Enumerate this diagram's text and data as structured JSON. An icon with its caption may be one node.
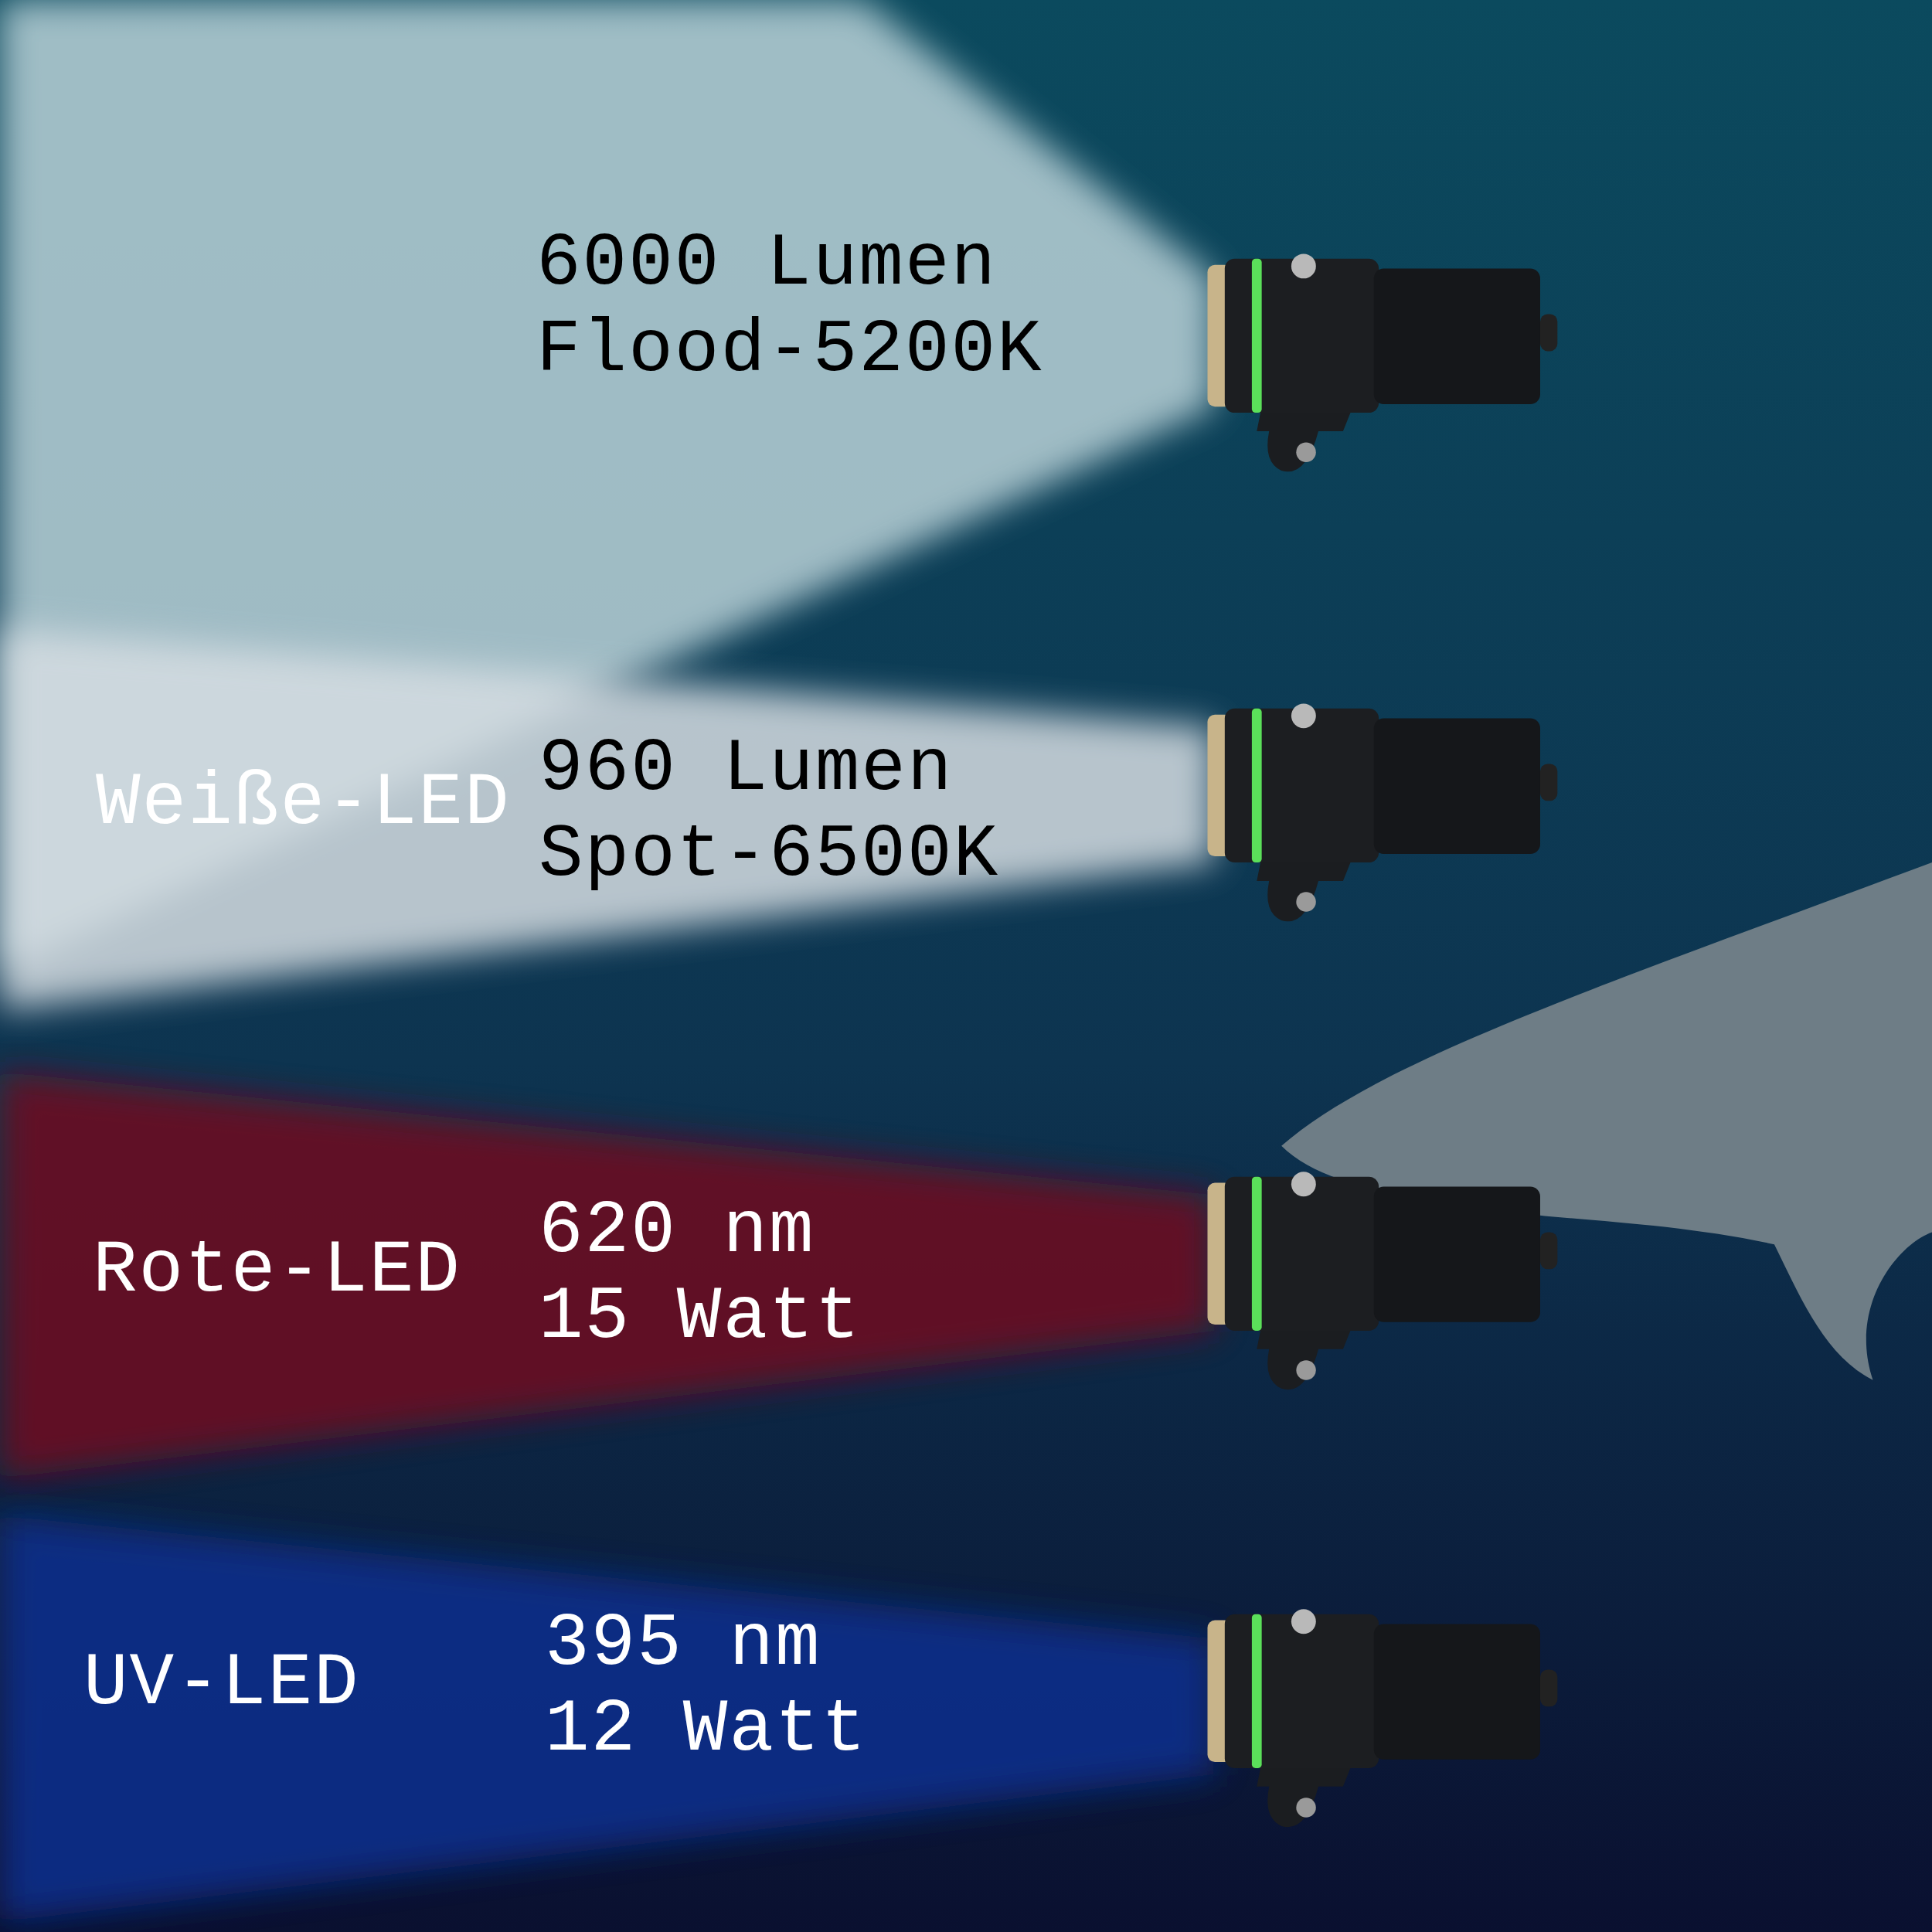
{
  "diagram": {
    "labels": [
      "6000 Lumen",
      "Flood-5200K",
      "Weiße-LED",
      "960 Lumen",
      "Spot-6500K",
      "Rote-LED",
      "620 nm",
      "15 Watt",
      "UV-LED",
      "395 nm",
      "12 Watt"
    ]
  }
}
